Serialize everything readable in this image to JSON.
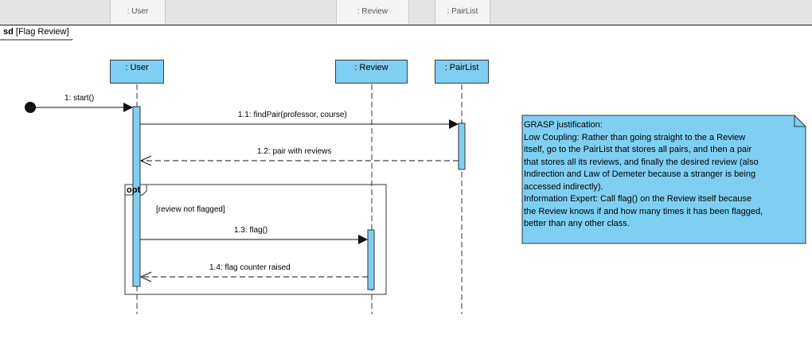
{
  "toolbar": {
    "ghost_headers": [
      ": User",
      ": Review",
      ": PairList"
    ]
  },
  "diagram": {
    "frame_keyword": "sd",
    "frame_name": "[Flag Review]",
    "lifelines": {
      "user": ": User",
      "review": ": Review",
      "pairlist": ": PairList"
    },
    "messages": {
      "m1": "1: start()",
      "m1_1": "1.1: findPair(professor, course)",
      "m1_2": "1.2: pair with reviews",
      "m1_3": "1.3: flag()",
      "m1_4": "1.4: flag counter raised"
    },
    "fragment": {
      "operator": "opt",
      "guard": "[review not flagged]"
    },
    "note": {
      "lines": [
        "GRASP justification:",
        "Low Coupling: Rather than going straight to the a Review",
        "itself, go to the PairList that stores all pairs, and then a pair",
        "that stores all its reviews, and finally the desired review (also",
        "Indirection and Law of Demeter because a stranger is being",
        "accessed indirectly).",
        "Information Expert: Call flag() on the Review itself because",
        "the Review knows if and how many times it has been flagged,",
        "better than any other class."
      ]
    },
    "colors": {
      "lifeline_fill": "#7fcff3",
      "activation_fill": "#7fcff3",
      "note_fill": "#7fcff3",
      "toolbar_bg": "#e4e4e4"
    }
  }
}
